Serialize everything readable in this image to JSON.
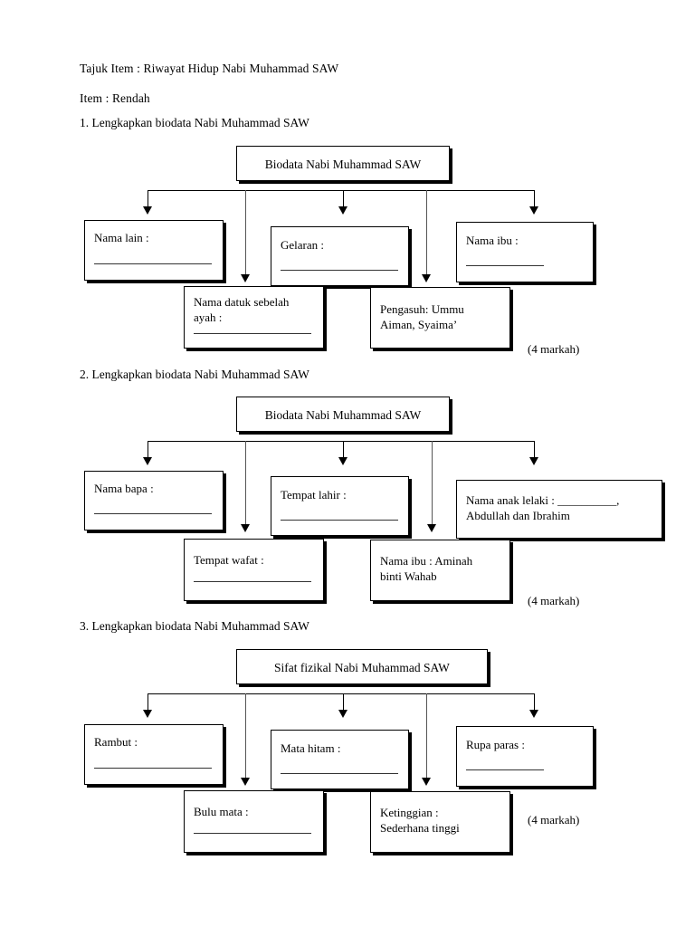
{
  "document": {
    "header_lines": [
      "Tajuk Item : Riwayat Hidup Nabi Muhammad SAW",
      "Item : Rendah"
    ]
  },
  "sections": [
    {
      "question_label": "1. Lengkapkan biodata Nabi Muhammad SAW",
      "title_box": "Biodata Nabi Muhammad SAW",
      "marks_note": "(4 markah)",
      "top_row": [
        {
          "text": "Nama lain :",
          "has_blank": true
        },
        {
          "text": "Gelaran :",
          "has_blank": true
        },
        {
          "text": "Nama ibu :",
          "has_blank": true
        }
      ],
      "bottom_row": [
        {
          "text": "Nama datuk sebelah\nayah :",
          "has_blank": true
        },
        {
          "text": "Pengasuh: Ummu\nAiman, Syaima’",
          "has_blank": false
        }
      ]
    },
    {
      "question_label": "2. Lengkapkan biodata Nabi Muhammad SAW",
      "title_box": "Biodata Nabi Muhammad SAW",
      "marks_note": "(4 markah)",
      "top_row": [
        {
          "text": "Nama bapa :",
          "has_blank": true
        },
        {
          "text": "Tempat lahir :",
          "has_blank": true
        },
        {
          "text": "Nama anak lelaki : __________,\nAbdullah dan Ibrahim",
          "has_blank": false
        }
      ],
      "bottom_row": [
        {
          "text": "Tempat wafat :",
          "has_blank": true
        },
        {
          "text": "Nama ibu : Aminah\nbinti Wahab",
          "has_blank": false
        }
      ]
    },
    {
      "question_label": "3. Lengkapkan biodata Nabi Muhammad SAW",
      "title_box": "Sifat fizikal Nabi Muhammad SAW",
      "marks_note": "(4 markah)",
      "top_row": [
        {
          "text": "Rambut :",
          "has_blank": true
        },
        {
          "text": "Mata hitam :",
          "has_blank": true
        },
        {
          "text": "Rupa paras :",
          "has_blank": true
        }
      ],
      "bottom_row": [
        {
          "text": "Bulu mata :",
          "has_blank": true
        },
        {
          "text": "Ketinggian :\nSederhana tinggi",
          "has_blank": false
        }
      ]
    }
  ]
}
